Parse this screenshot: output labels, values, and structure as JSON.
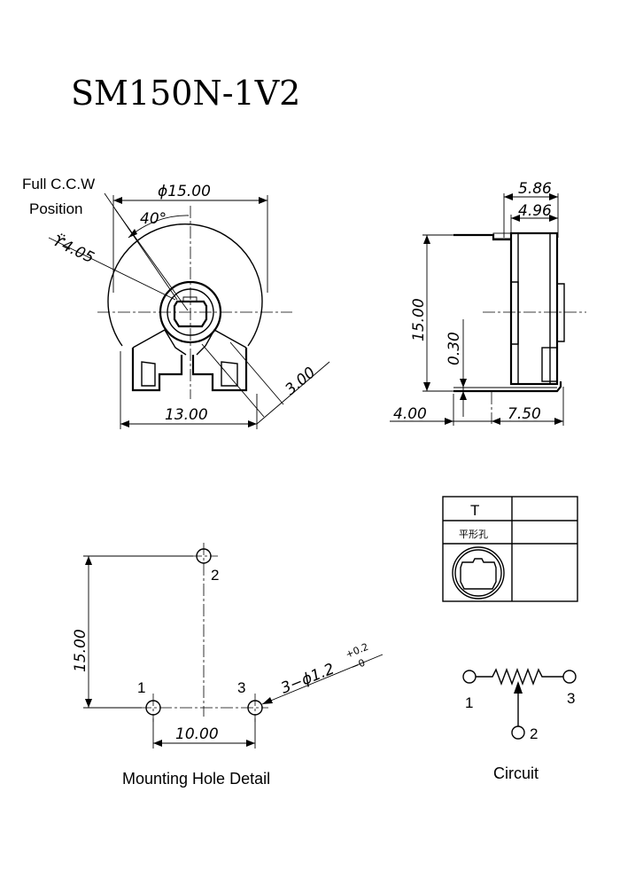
{
  "title": "SM150N-1V2",
  "front_view": {
    "callout_line1": "Full C.C.W",
    "callout_line2": "Position",
    "dim_width": "ϕ15.00",
    "dim_angle": "40°",
    "dim_shaft": "ϔ4.05",
    "dim_pin": "3.00",
    "dim_base": "13.00"
  },
  "side_view": {
    "dim_depth_total": "5.86",
    "dim_depth_body": "4.96",
    "dim_height": "15.00",
    "dim_thickness": "0.30",
    "dim_left": "4.00",
    "dim_right": "7.50"
  },
  "shaft_table": {
    "header": "T",
    "row_label": "平形孔"
  },
  "mounting": {
    "dim_height": "15.00",
    "dim_spacing": "10.00",
    "hole_spec": "3−ϕ1.2",
    "tol_plus": "+0.2",
    "tol_minus": "−0",
    "pin1": "1",
    "pin2": "2",
    "pin3": "3",
    "caption": "Mounting Hole Detail"
  },
  "circuit": {
    "pin1": "1",
    "pin2": "2",
    "pin3": "3",
    "caption": "Circuit"
  }
}
